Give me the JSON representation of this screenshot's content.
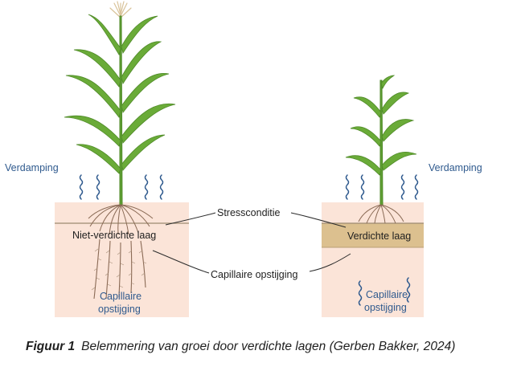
{
  "figure": {
    "caption_label": "Figuur 1",
    "caption_text": "Belemmering van groei door verdichte lagen (Gerben Bakker, 2024)"
  },
  "left_panel": {
    "evaporation_label": "Verdamping",
    "layer_label": "Niet-verdichte laag",
    "capillary_label_line1": "Capillaire",
    "capillary_label_line2": "opstijging"
  },
  "right_panel": {
    "evaporation_label": "Verdamping",
    "layer_label": "Verdichte laag",
    "capillary_label_line1": "Capillaire",
    "capillary_label_line2": "opstijging"
  },
  "center_labels": {
    "stress": "Stressconditie",
    "capillary": "Capillaire opstijging"
  },
  "colors": {
    "soil": "#fbe4d8",
    "compacted_layer": "#dcc08f",
    "layer_line": "#9c8a70",
    "plant_green": "#5fa033",
    "root_brown": "#8a6a55",
    "text_blue": "#2f5a8e",
    "wave_blue": "#2f5a8e"
  }
}
